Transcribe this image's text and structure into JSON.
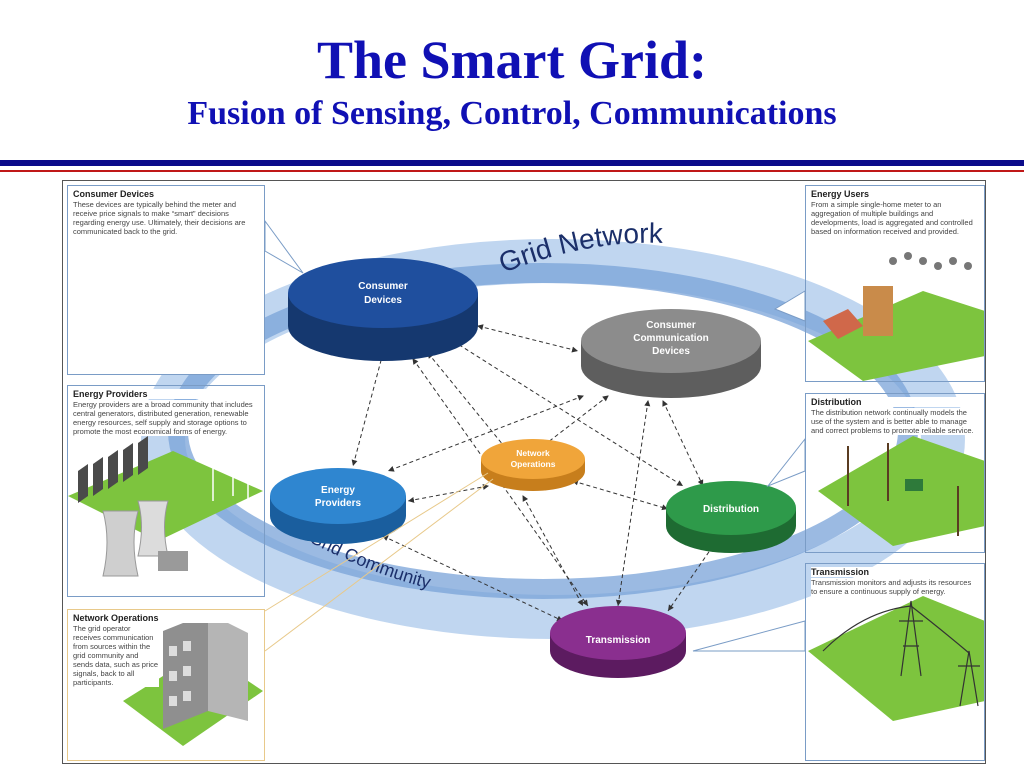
{
  "title": "The Smart Grid:",
  "subtitle": "Fusion of Sensing, Control, Communications",
  "ring_labels": {
    "top": "Grid Network",
    "bottom": "Grid Community"
  },
  "nodes": {
    "consumer_devices": "Consumer\nDevices",
    "consumer_comm": "Consumer\nCommunication\nDevices",
    "network_ops": "Network\nOperations",
    "energy_providers": "Energy\nProviders",
    "distribution": "Distribution",
    "transmission": "Transmission"
  },
  "panels": {
    "consumer_devices": {
      "title": "Consumer Devices",
      "text": "These devices are typically behind the meter and receive price signals to make “smart” decisions regarding energy use. Ultimately, their decisions are communicated back to the grid."
    },
    "energy_providers": {
      "title": "Energy Providers",
      "text": "Energy providers are a broad community that includes central generators, distributed generation, renewable energy resources, self supply and storage options to promote the most economical forms of energy."
    },
    "network_operations": {
      "title": "Network Operations",
      "text": "The grid operator receives communication from sources within the grid community and sends data, such as price signals, back to all participants."
    },
    "energy_users": {
      "title": "Energy Users",
      "text": "From a simple single-home meter to an aggregation of multiple buildings and developments, load is aggregated and controlled based on information received and provided."
    },
    "distribution": {
      "title": "Distribution",
      "text": "The distribution network continually models the use of the system and is better able to manage and correct problems to promote reliable service."
    },
    "transmission": {
      "title": "Transmission",
      "text": "Transmission monitors and adjusts its resources to ensure a continuous supply of energy."
    }
  },
  "colors": {
    "title": "#1010b4",
    "ring": "#7aa3d8",
    "consumer_devices": "#1f4f9e",
    "consumer_comm": "#8c8c8c",
    "network_ops": "#f0a53a",
    "energy_providers": "#2f86d0",
    "distribution": "#2e9a4a",
    "transmission": "#8a2f8f",
    "grass": "#7dc43e"
  }
}
